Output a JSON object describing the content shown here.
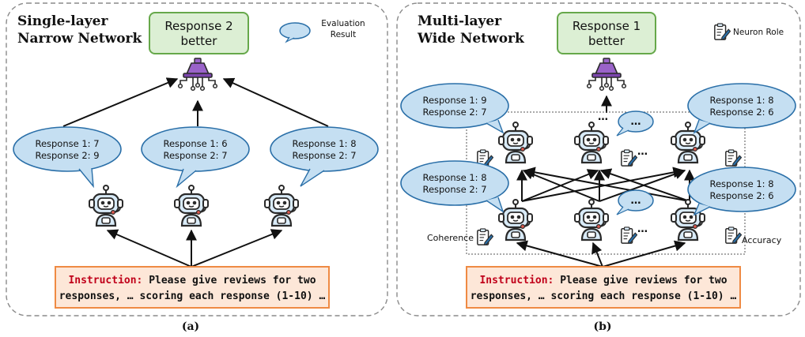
{
  "panel_a": {
    "title_line1": "Single-layer",
    "title_line2": "Narrow Network",
    "result_line1": "Response 2",
    "result_line2": "better",
    "legend_line1": "Evaluation",
    "legend_line2": "Result",
    "bubbles": [
      {
        "line1": "Response 1: 7",
        "line2": "Response 2: 9"
      },
      {
        "line1": "Response 1: 6",
        "line2": "Response 2: 7"
      },
      {
        "line1": "Response 1: 8",
        "line2": "Response 2: 7"
      }
    ],
    "instruction_key": "Instruction:",
    "instruction_line1": "Please give reviews for two",
    "instruction_line2": "responses, … scoring each response (1-10) …",
    "caption": "(a)"
  },
  "panel_b": {
    "title_line1": "Multi-layer",
    "title_line2": "Wide Network",
    "result_line1": "Response 1",
    "result_line2": "better",
    "legend": "Neuron Role",
    "bubbles": [
      {
        "line1": "Response 1: 9",
        "line2": "Response 2: 7"
      },
      {
        "line1": "Response 1: 8",
        "line2": "Response 2: 6"
      },
      {
        "line1": "Response 1: 8",
        "line2": "Response 2: 7"
      },
      {
        "line1": "Response 1: 8",
        "line2": "Response 2: 6"
      }
    ],
    "ellipsis": "…",
    "role_left": "Coherence",
    "role_right": "Accuracy",
    "instruction_key": "Instruction:",
    "instruction_line1": "Please give reviews for two",
    "instruction_line2": "responses, … scoring each response (1-10) …",
    "caption": "(b)"
  },
  "colors": {
    "bubble_fill": "#c5dff2",
    "bubble_stroke": "#2a6fa8",
    "result_fill": "#dcefd4",
    "result_stroke": "#66a84a",
    "instr_fill": "#fde7d8",
    "instr_stroke": "#ef8a43",
    "judge": "#9a63c9",
    "robot_body": "#d9ebf8",
    "robot_stroke": "#2a2a2a"
  },
  "icons": [
    "robot-icon",
    "judge-funnel-icon",
    "notepad-pen-icon",
    "speech-bubble-icon"
  ]
}
